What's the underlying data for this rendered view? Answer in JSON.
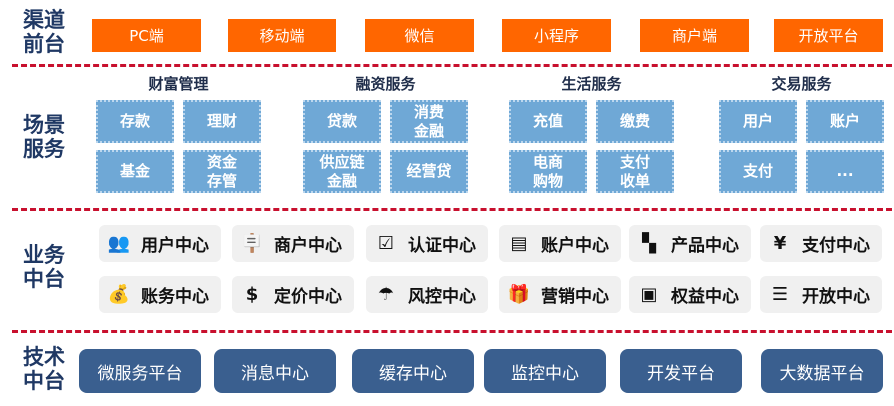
{
  "layers": {
    "channel": {
      "label": "渠道\n前台",
      "items": [
        "PC端",
        "移动端",
        "微信",
        "小程序",
        "商户端",
        "开放平台"
      ]
    },
    "scene": {
      "label": "场景\n服务",
      "groups": [
        {
          "title": "财富管理",
          "items": [
            "存款",
            "理财",
            "基金",
            "资金\n存管"
          ]
        },
        {
          "title": "融资服务",
          "items": [
            "贷款",
            "消费\n金融",
            "供应链\n金融",
            "经营贷"
          ]
        },
        {
          "title": "生活服务",
          "items": [
            "充值",
            "缴费",
            "电商\n购物",
            "支付\n收单"
          ]
        },
        {
          "title": "交易服务",
          "items": [
            "用户",
            "账户",
            "支付",
            "..."
          ]
        }
      ]
    },
    "business": {
      "label": "业务\n中台",
      "items": [
        {
          "label": "用户中心",
          "icon": "users-icon",
          "glyph": "👥"
        },
        {
          "label": "商户中心",
          "icon": "merchant-sign-icon",
          "glyph": "🪧"
        },
        {
          "label": "认证中心",
          "icon": "checkbox-icon",
          "glyph": "☑"
        },
        {
          "label": "账户中心",
          "icon": "id-card-icon",
          "glyph": "▤"
        },
        {
          "label": "产品中心",
          "icon": "grid-icon",
          "glyph": "▚"
        },
        {
          "label": "支付中心",
          "icon": "yen-wallet-icon",
          "glyph": "¥"
        },
        {
          "label": "账务中心",
          "icon": "money-bag-icon",
          "glyph": "💰"
        },
        {
          "label": "定价中心",
          "icon": "price-icon",
          "glyph": "$"
        },
        {
          "label": "风控中心",
          "icon": "umbrella-icon",
          "glyph": "☂"
        },
        {
          "label": "营销中心",
          "icon": "gift-icon",
          "glyph": "🎁"
        },
        {
          "label": "权益中心",
          "icon": "document-icon",
          "glyph": "▣"
        },
        {
          "label": "开放中心",
          "icon": "sliders-icon",
          "glyph": "☰"
        }
      ]
    },
    "tech": {
      "label": "技术\n中台",
      "items": [
        "微服务平台",
        "消息中心",
        "缓存中心",
        "监控中心",
        "开发平台",
        "大数据平台"
      ]
    }
  }
}
